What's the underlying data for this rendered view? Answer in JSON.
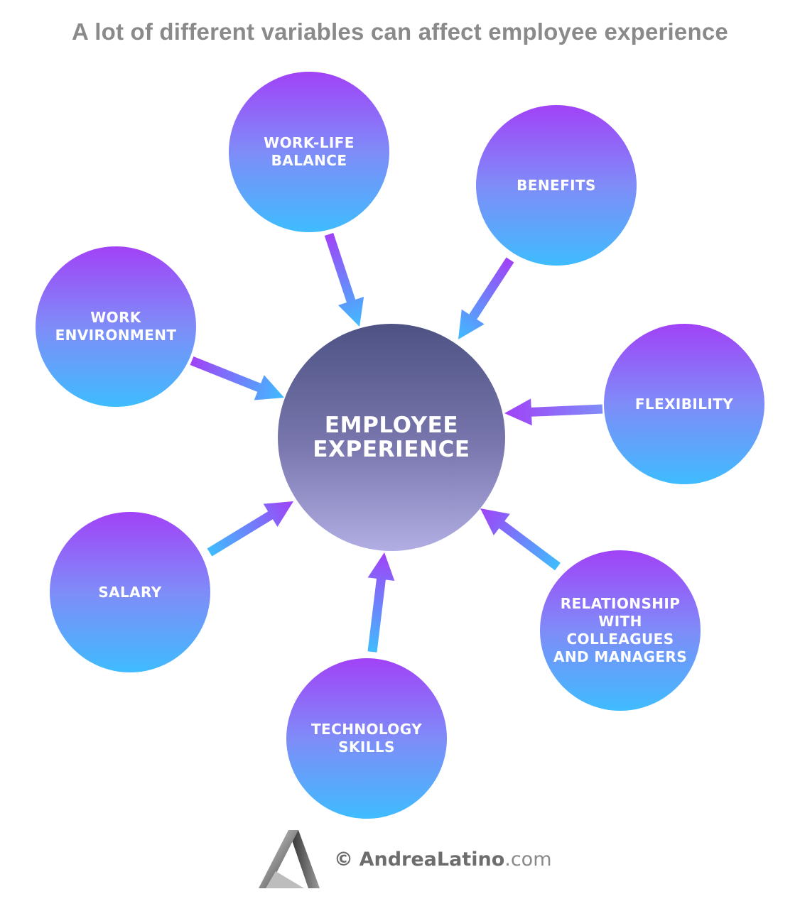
{
  "title": "A lot of different variables can affect employee experience",
  "center": {
    "label_line1": "EMPLOYEE",
    "label_line2": "EXPERIENCE"
  },
  "factors": {
    "work_life_balance": "WORK-LIFE BALANCE",
    "benefits": "BENEFITS",
    "work_environment": "WORK ENVIRONMENT",
    "flexibility": "FLEXIBILITY",
    "salary": "SALARY",
    "relationship": "RELATIONSHIP WITH COLLEAGUES AND MANAGERS",
    "technology_skills": "TECHNOLOGY SKILLS"
  },
  "footer": {
    "copyright_symbol": "©",
    "brand": "AndreaLatino",
    "domain": ".com"
  },
  "colors": {
    "circle_top": "#a142f7",
    "circle_mid": "#7f8cf8",
    "circle_bottom": "#3fbcff",
    "center_top": "#4d5283",
    "center_bottom": "#b1aee3",
    "title": "#8a8a8a"
  }
}
